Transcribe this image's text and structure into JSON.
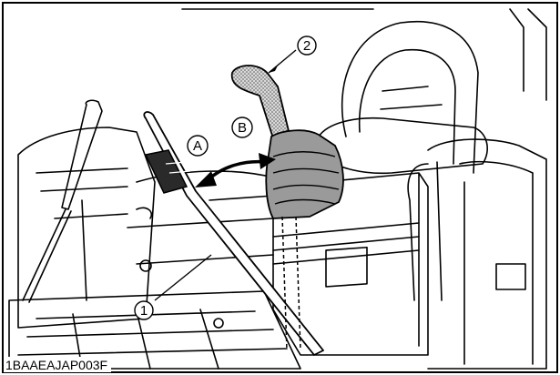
{
  "figure": {
    "code": "1BAAEAJAP003F",
    "callouts": [
      {
        "id": "1",
        "text": "1"
      },
      {
        "id": "2",
        "text": "2"
      }
    ],
    "directions": [
      {
        "id": "A",
        "text": "A"
      },
      {
        "id": "B",
        "text": "B"
      }
    ],
    "colors": {
      "line": "#000000",
      "background": "#ffffff",
      "stipple_fill": "#b0b0b0"
    }
  }
}
